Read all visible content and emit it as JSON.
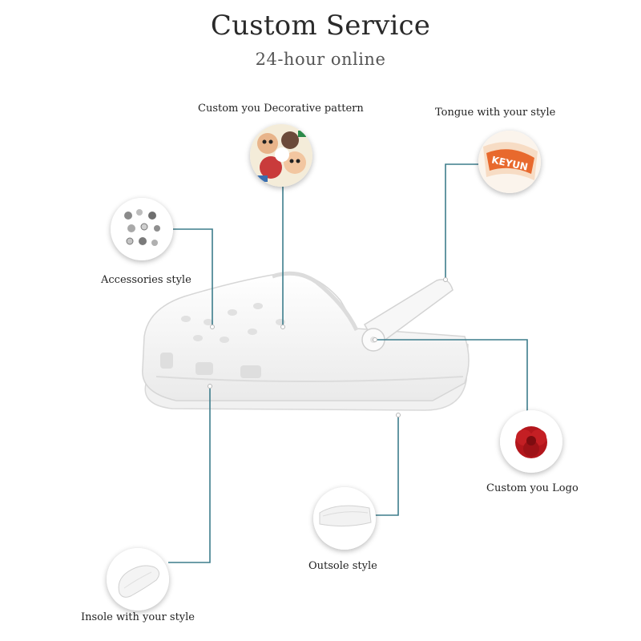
{
  "header": {
    "title": "Custom Service",
    "subtitle": "24-hour online"
  },
  "features": {
    "decorative": "Custom you Decorative pattern",
    "tongue": "Tongue with your style",
    "accessories": "Accessories style",
    "logo": "Custom you Logo",
    "outsole": "Outsole style",
    "insole": "Insole with your style"
  },
  "samples": {
    "tongue_text": "KEYUN"
  },
  "colors": {
    "connector": "#3d7d8c",
    "logo_rose": "#b3161c",
    "tongue_orange": "#e8692d"
  }
}
